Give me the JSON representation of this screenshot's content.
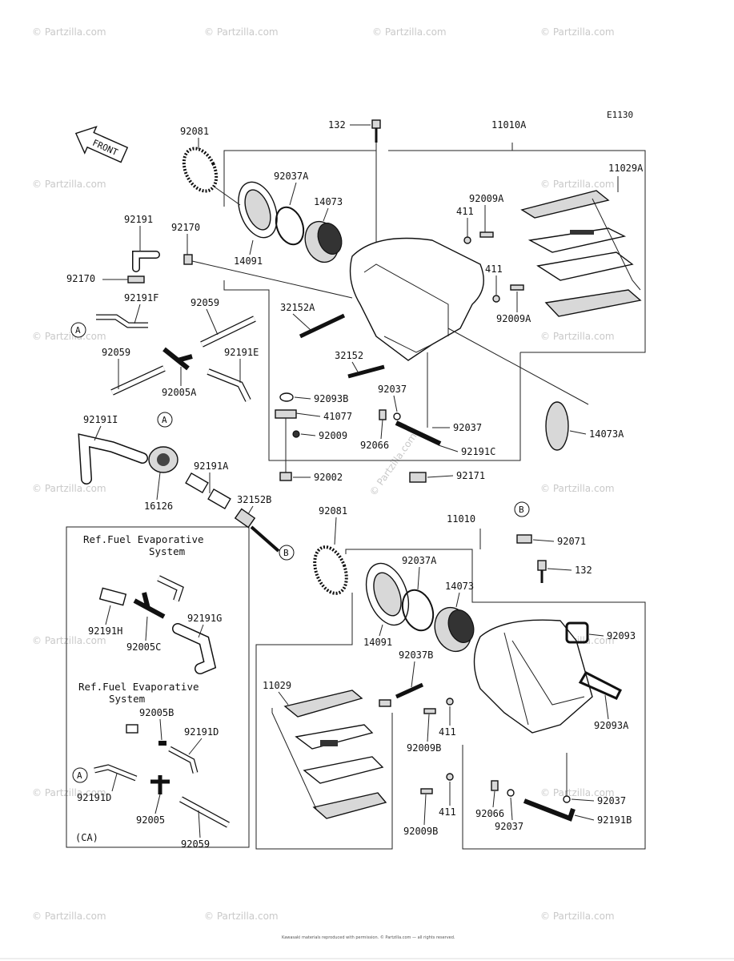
{
  "diagram": {
    "code": "E1130",
    "front_label": "FRONT",
    "footer": "Kawasaki materials reproduced with permission. © Partzilla.com — all rights reserved.",
    "watermark": "© Partzilla.com",
    "callouts": {
      "c132a": "132",
      "c11010a": "11010A",
      "c92081a": "92081",
      "c92037a_top": "92037A",
      "c14073_top": "14073",
      "c14091_top": "14091",
      "c11029a": "11029A",
      "c92009a_1": "92009A",
      "c411_1": "411",
      "c411_2": "411",
      "c92009a_2": "92009A",
      "c92191": "92191",
      "c92170_1": "92170",
      "c92170_2": "92170",
      "c92191f": "92191F",
      "c92059_1": "92059",
      "c32152a": "32152A",
      "c92059_2": "92059",
      "c92191e": "92191E",
      "c92005a": "92005A",
      "c32152": "32152",
      "c92093b": "92093B",
      "c41077": "41077",
      "c92009": "92009",
      "c92037_1": "92037",
      "c92066_1": "92066",
      "c92037_2": "92037",
      "c92191c": "92191C",
      "c14073a": "14073A",
      "c92191i": "92191I",
      "c16126": "16126",
      "c92191a": "92191A",
      "c32152b": "32152B",
      "c92002": "92002",
      "c92171": "92171",
      "c92081b": "92081",
      "c11010": "11010",
      "c92071": "92071",
      "c132b": "132",
      "c92037a_b": "92037A",
      "c14073_b": "14073",
      "c14091_b": "14091",
      "c92093": "92093",
      "c92037b": "92037B",
      "c11029": "11029",
      "c411_3": "411",
      "c92009b_1": "92009B",
      "c92093a": "92093A",
      "c411_4": "411",
      "c92009b_2": "92009B",
      "c92066_2": "92066",
      "c92037_3": "92037",
      "c92037_4": "92037",
      "c92191b": "92191B",
      "c92191h": "92191H",
      "c92005c": "92005C",
      "c92191g": "92191G",
      "c92005b": "92005B",
      "c92191d_1": "92191D",
      "c92191d_2": "92191D",
      "c92005": "92005",
      "c92059_3": "92059",
      "ca": "(CA)"
    },
    "ref_box": {
      "title1_line1": "Ref.Fuel Evaporative",
      "title1_line2": "System",
      "title2_line1": "Ref.Fuel Evaporative",
      "title2_line2": "System"
    },
    "markers": {
      "a1": "A",
      "a2": "A",
      "a3": "A",
      "b1": "B",
      "b2": "B"
    }
  }
}
